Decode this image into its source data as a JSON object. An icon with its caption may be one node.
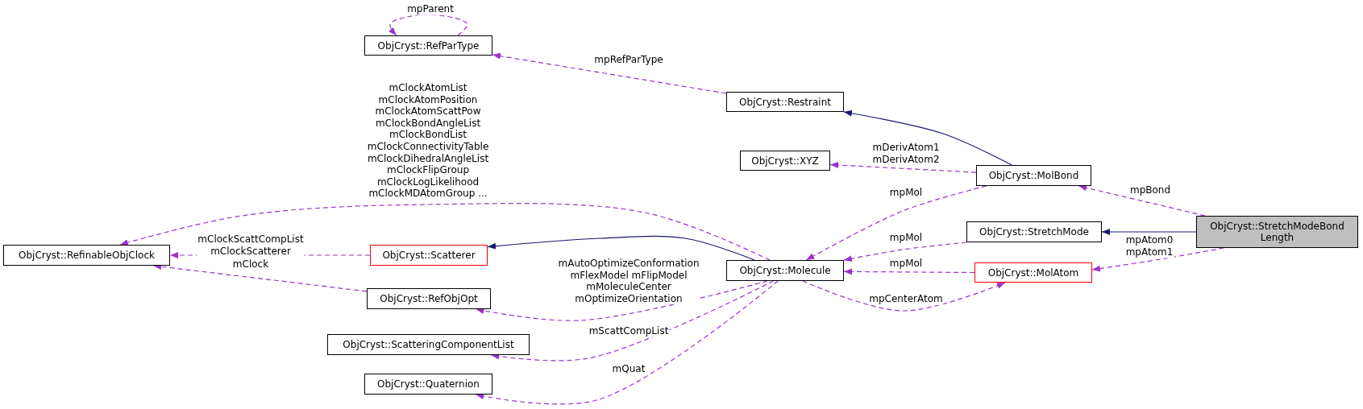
{
  "diagram": {
    "nodes": [
      {
        "text": [
          "ObjCryst::RefParType"
        ]
      },
      {
        "text": [
          "ObjCryst::Restraint"
        ]
      },
      {
        "text": [
          "ObjCryst::XYZ"
        ]
      },
      {
        "text": [
          "ObjCryst::MolBond"
        ]
      },
      {
        "text": [
          "ObjCryst::RefinableObjClock"
        ]
      },
      {
        "text": [
          "ObjCryst::Scatterer"
        ]
      },
      {
        "text": [
          "ObjCryst::Molecule"
        ]
      },
      {
        "text": [
          "ObjCryst::StretchMode"
        ]
      },
      {
        "text": [
          "ObjCryst::MolAtom"
        ]
      },
      {
        "text": [
          "ObjCryst::StretchModeBond Length"
        ]
      },
      {
        "text": [
          "ObjCryst::RefObjOpt"
        ]
      },
      {
        "text": [
          "ObjCryst::ScatteringComponentList"
        ]
      },
      {
        "text": [
          "ObjCryst::Quaternion"
        ]
      }
    ],
    "edges": [
      {
        "from": 0,
        "to": 0,
        "arrow": "to",
        "label": "mpParent",
        "style": "dashed"
      },
      {
        "from": 1,
        "to": 0,
        "arrow": "to",
        "label": "mpRefParType",
        "style": "dashed"
      },
      {
        "from": 3,
        "to": 1,
        "arrow": "to",
        "color": "#191970"
      },
      {
        "from": 3,
        "to": 2,
        "arrow": "to",
        "label": "mDerivAtom1 mDerivAtom2",
        "style": "dashed"
      },
      {
        "from": 3,
        "to": 6,
        "arrow": "to",
        "label": "mpMol",
        "style": "dashed"
      },
      {
        "from": 9,
        "to": 3,
        "arrow": "to",
        "label": "mpBond",
        "style": "dashed"
      },
      {
        "from": 9,
        "to": 7,
        "arrow": "to",
        "color": "#191970"
      },
      {
        "from": 9,
        "to": 8,
        "arrow": "to",
        "label": "mpAtom0 mpAtom1",
        "style": "dashed"
      },
      {
        "from": 7,
        "to": 6,
        "arrow": "to",
        "label": "mpMol",
        "style": "dashed"
      },
      {
        "from": 8,
        "to": 6,
        "arrow": "to",
        "label": "mpMol",
        "style": "dashed"
      },
      {
        "from": 6,
        "to": 8,
        "arrow": "to",
        "label": "mpCenterAtom",
        "style": "dashed"
      },
      {
        "from": 6,
        "to": 5,
        "arrow": "to",
        "color": "#191970"
      },
      {
        "from": 5,
        "to": 4,
        "arrow": "to",
        "label": "mClockScattCompList mClockScatterer",
        "style": "dashed"
      },
      {
        "from": 10,
        "to": 4,
        "arrow": "to",
        "label": "mClock",
        "style": "dashed"
      },
      {
        "from": 6,
        "to": 4,
        "arrow": "to",
        "label": "mClockAtomList mClockAtomPosition mClockAtomScattPow mClockBondAngleList mClockBondList mClockConnectivityTable mClockDihedralAngleList mClockFlipGroup mClockLogLikelihood mClockMDAtomGroup ...",
        "style": "dashed"
      },
      {
        "from": 6,
        "to": 10,
        "arrow": "to",
        "label": "mAutoOptimizeConformation mFlexModel mFlipModel mMoleculeCenter mOptimizeOrientation",
        "style": "dashed"
      },
      {
        "from": 6,
        "to": 11,
        "arrow": "to",
        "label": "mScattCompList",
        "style": "dashed"
      },
      {
        "from": 6,
        "to": 12,
        "arrow": "to",
        "label": "mQuat",
        "style": "dashed"
      }
    ]
  }
}
